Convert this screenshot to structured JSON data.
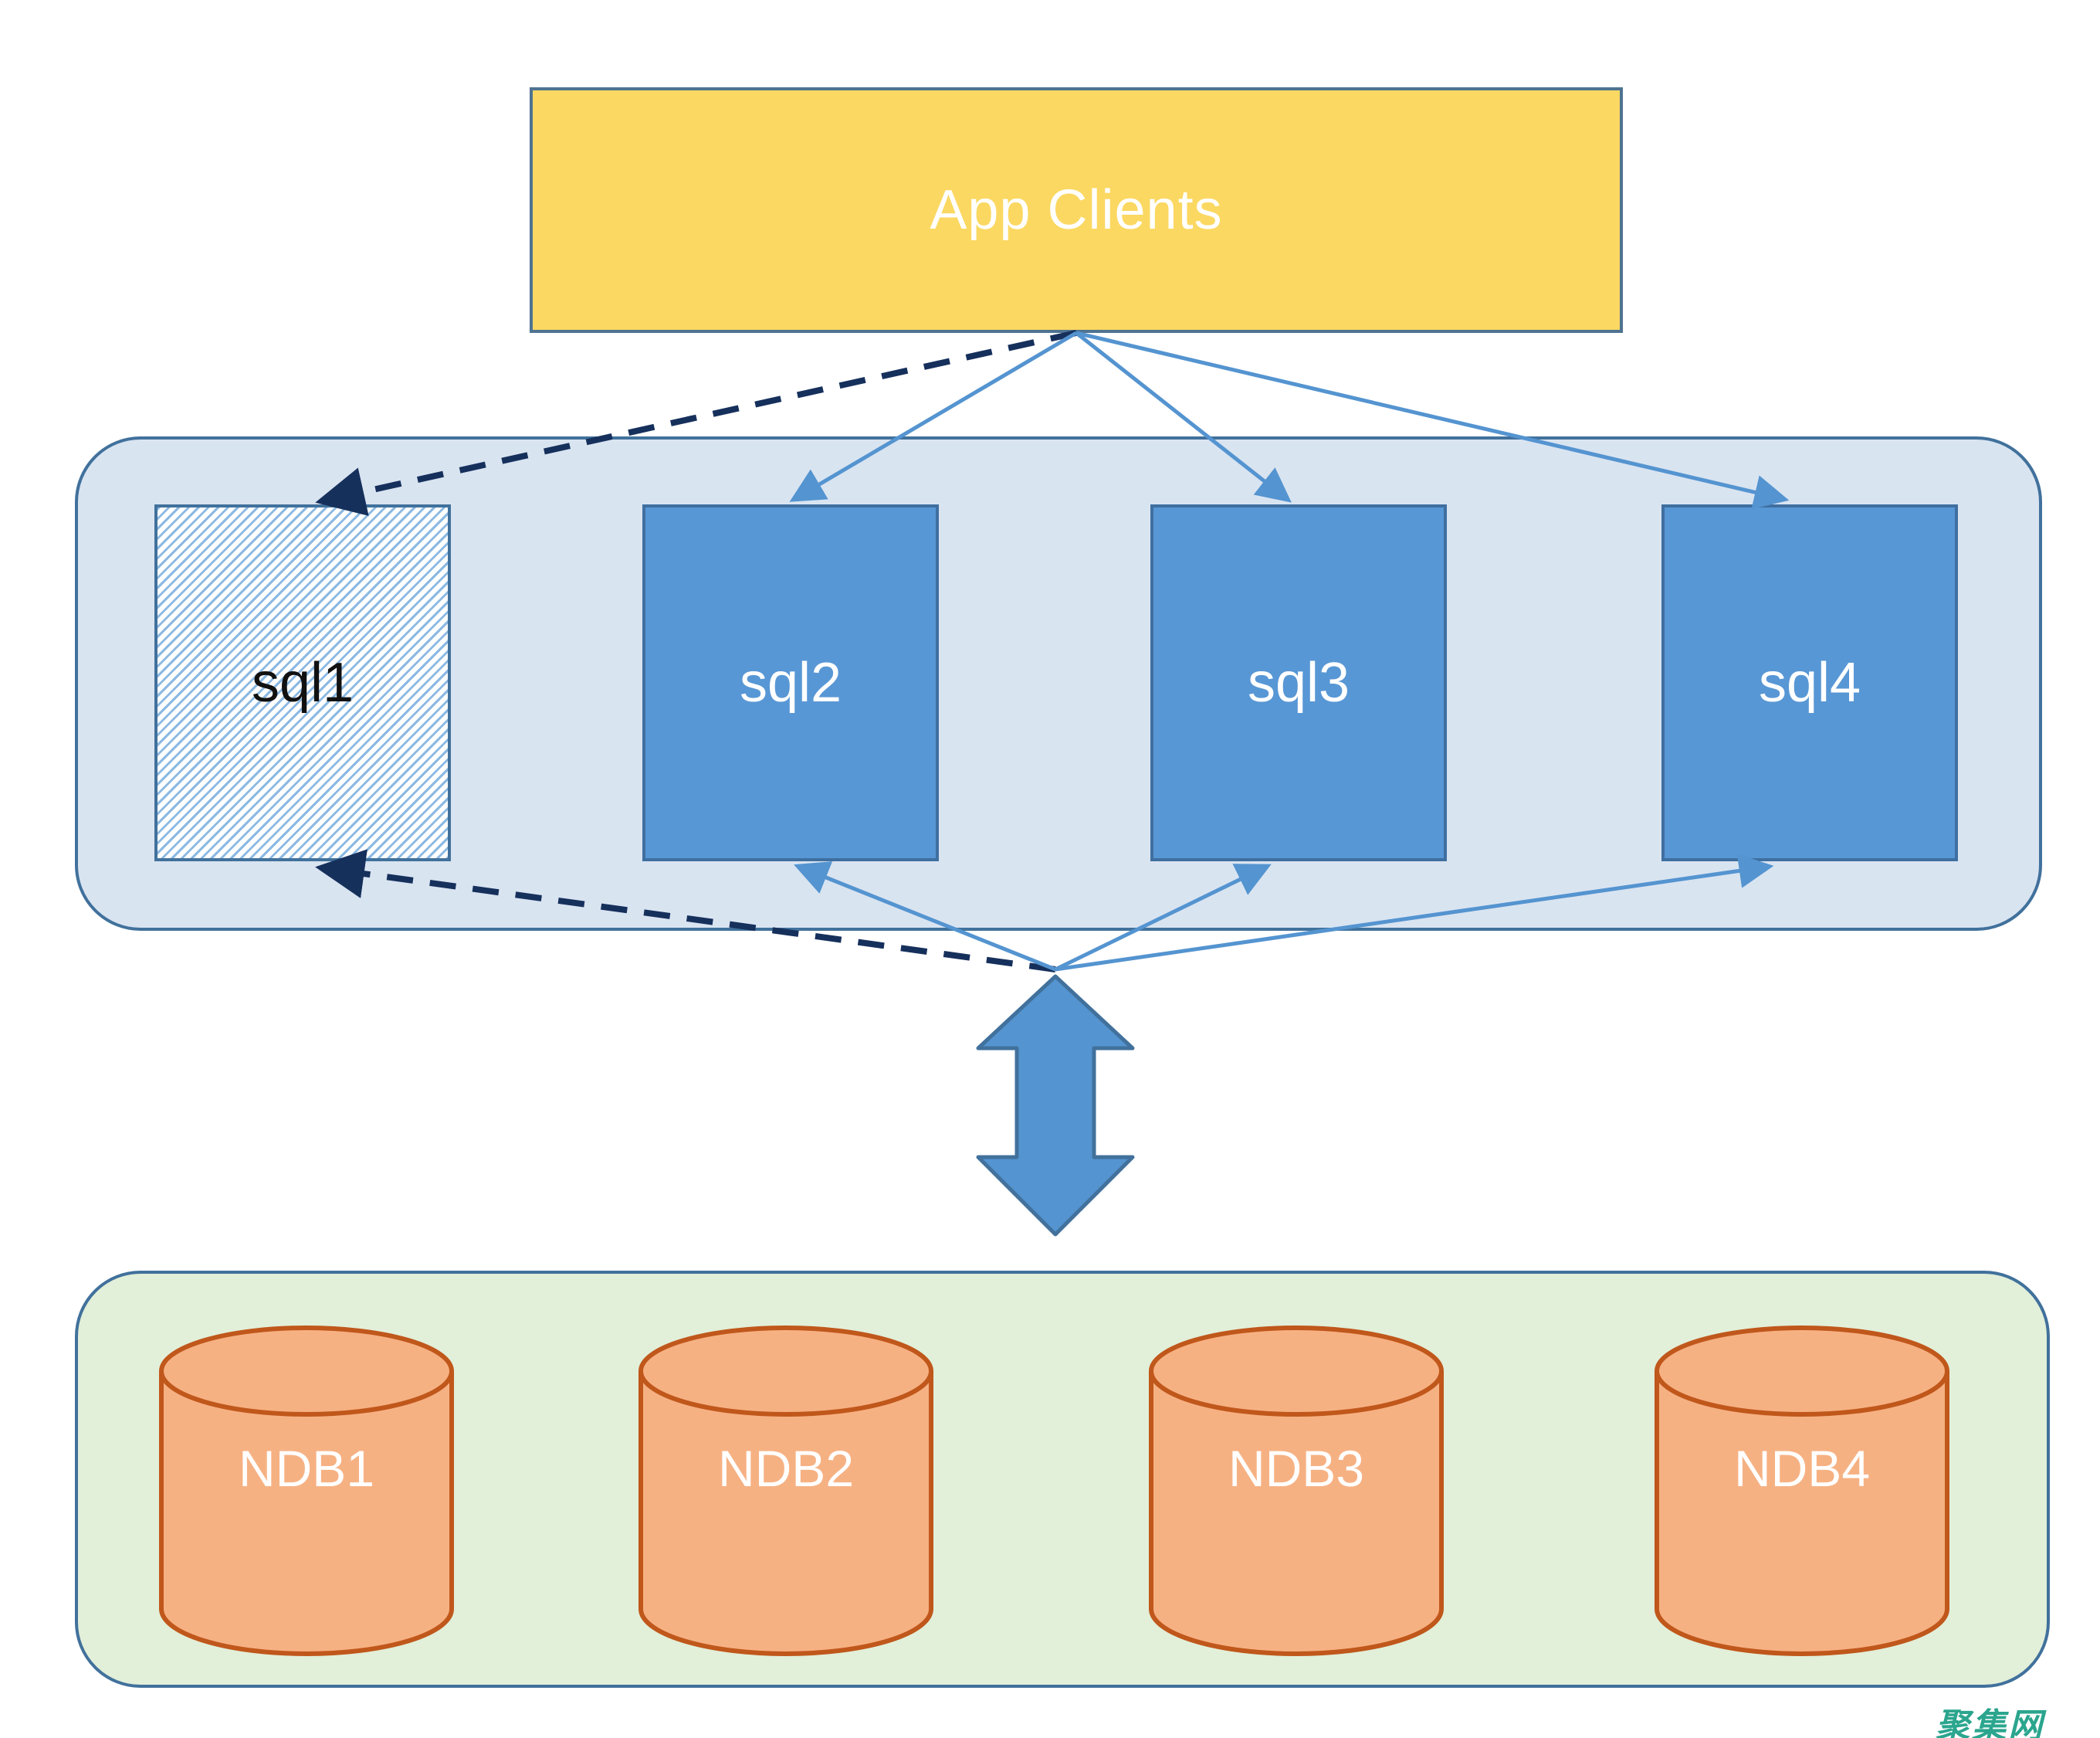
{
  "diagram": {
    "app_clients": {
      "label": "App Clients",
      "fill": "#FBD862",
      "text_color": "#FFFFFF"
    },
    "sql_tier": {
      "fill": "#D9E4F1",
      "border_color": "#41719C",
      "nodes": [
        {
          "label": "sql1",
          "style": "hatched",
          "fill_pattern": "diagonal-blue-stripes-on-white",
          "text_color": "#111111"
        },
        {
          "label": "sql2",
          "style": "solid",
          "fill": "#5897D5",
          "text_color": "#FFFFFF"
        },
        {
          "label": "sql3",
          "style": "solid",
          "fill": "#5897D5",
          "text_color": "#FFFFFF"
        },
        {
          "label": "sql4",
          "style": "solid",
          "fill": "#5897D5",
          "text_color": "#FFFFFF"
        }
      ]
    },
    "ndb_tier": {
      "fill": "#E2EFD9",
      "border_color": "#41719C",
      "nodes": [
        {
          "label": "NDB1",
          "shape": "cylinder",
          "fill": "#F6B183",
          "border_color": "#C0571B",
          "text_color": "#FFFFFF"
        },
        {
          "label": "NDB2",
          "shape": "cylinder",
          "fill": "#F6B183",
          "border_color": "#C0571B",
          "text_color": "#FFFFFF"
        },
        {
          "label": "NDB3",
          "shape": "cylinder",
          "fill": "#F6B183",
          "border_color": "#C0571B",
          "text_color": "#FFFFFF"
        },
        {
          "label": "NDB4",
          "shape": "cylinder",
          "fill": "#F6B183",
          "border_color": "#C0571B",
          "text_color": "#FFFFFF"
        }
      ]
    },
    "double_arrow": {
      "type": "bidirectional-vertical",
      "fill": "#5494D0",
      "border_color": "#41719C"
    },
    "connectors": {
      "solid_color": "#5494D0",
      "dashed_color": "#16305C",
      "top_fan": [
        {
          "from": "App Clients",
          "to": "sql1",
          "style": "dashed"
        },
        {
          "from": "App Clients",
          "to": "sql2",
          "style": "solid"
        },
        {
          "from": "App Clients",
          "to": "sql3",
          "style": "solid"
        },
        {
          "from": "App Clients",
          "to": "sql4",
          "style": "solid"
        }
      ],
      "bottom_fan": [
        {
          "from": "ndb-link-junction",
          "to": "sql1",
          "style": "dashed"
        },
        {
          "from": "ndb-link-junction",
          "to": "sql2",
          "style": "solid"
        },
        {
          "from": "ndb-link-junction",
          "to": "sql3",
          "style": "solid"
        },
        {
          "from": "ndb-link-junction",
          "to": "sql4",
          "style": "solid"
        }
      ]
    },
    "watermark": {
      "text": "聚集网",
      "color": "#2BA58E"
    }
  }
}
